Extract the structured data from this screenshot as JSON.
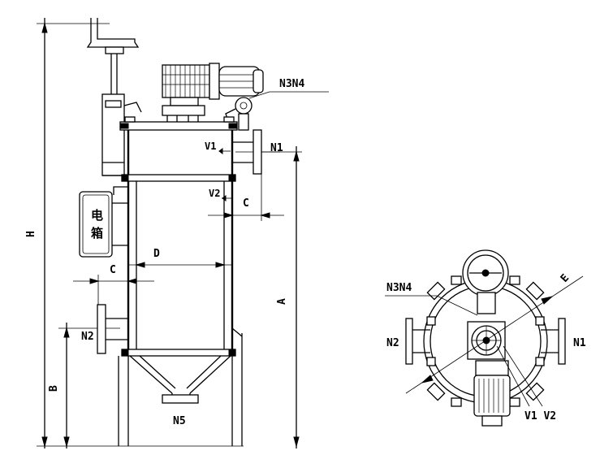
{
  "side_view": {
    "labels": {
      "n3n4": "N3N4",
      "v1": "V1",
      "n1": "N1",
      "v2": "V2",
      "c_top": "C",
      "h": "H",
      "control_box_1": "电",
      "control_box_2": "箱",
      "d": "D",
      "c_left": "C",
      "a": "A",
      "n2": "N2",
      "b": "B",
      "n5": "N5"
    }
  },
  "top_view": {
    "labels": {
      "n3n4": "N3N4",
      "e": "E",
      "n2": "N2",
      "n1": "N1",
      "v1_v2": "V1 V2"
    }
  }
}
